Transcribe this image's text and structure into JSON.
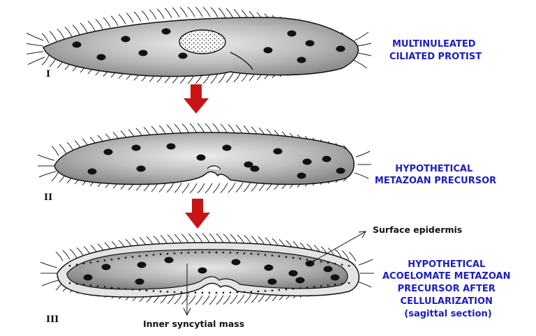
{
  "stages": [
    {
      "numeral": "I",
      "label_lines": [
        "MULTINULEATED",
        "CILIATED PROTIST"
      ]
    },
    {
      "numeral": "II",
      "label_lines": [
        "HYPOTHETICAL",
        "METAZOAN PRECURSOR"
      ]
    },
    {
      "numeral": "III",
      "label_lines": [
        "HYPOTHETICAL",
        "ACOELOMATE METAZOAN",
        "PRECURSOR AFTER",
        "CELLULARIZATION",
        "(sagittal section)"
      ]
    }
  ],
  "annotations": {
    "surface": "Surface epidermis",
    "inner": "Inner syncytial mass"
  },
  "colors": {
    "label": "#1c1cc4",
    "arrow": "#c81414",
    "body_fill": "#b4b4b4",
    "nucleus": "#111111"
  }
}
